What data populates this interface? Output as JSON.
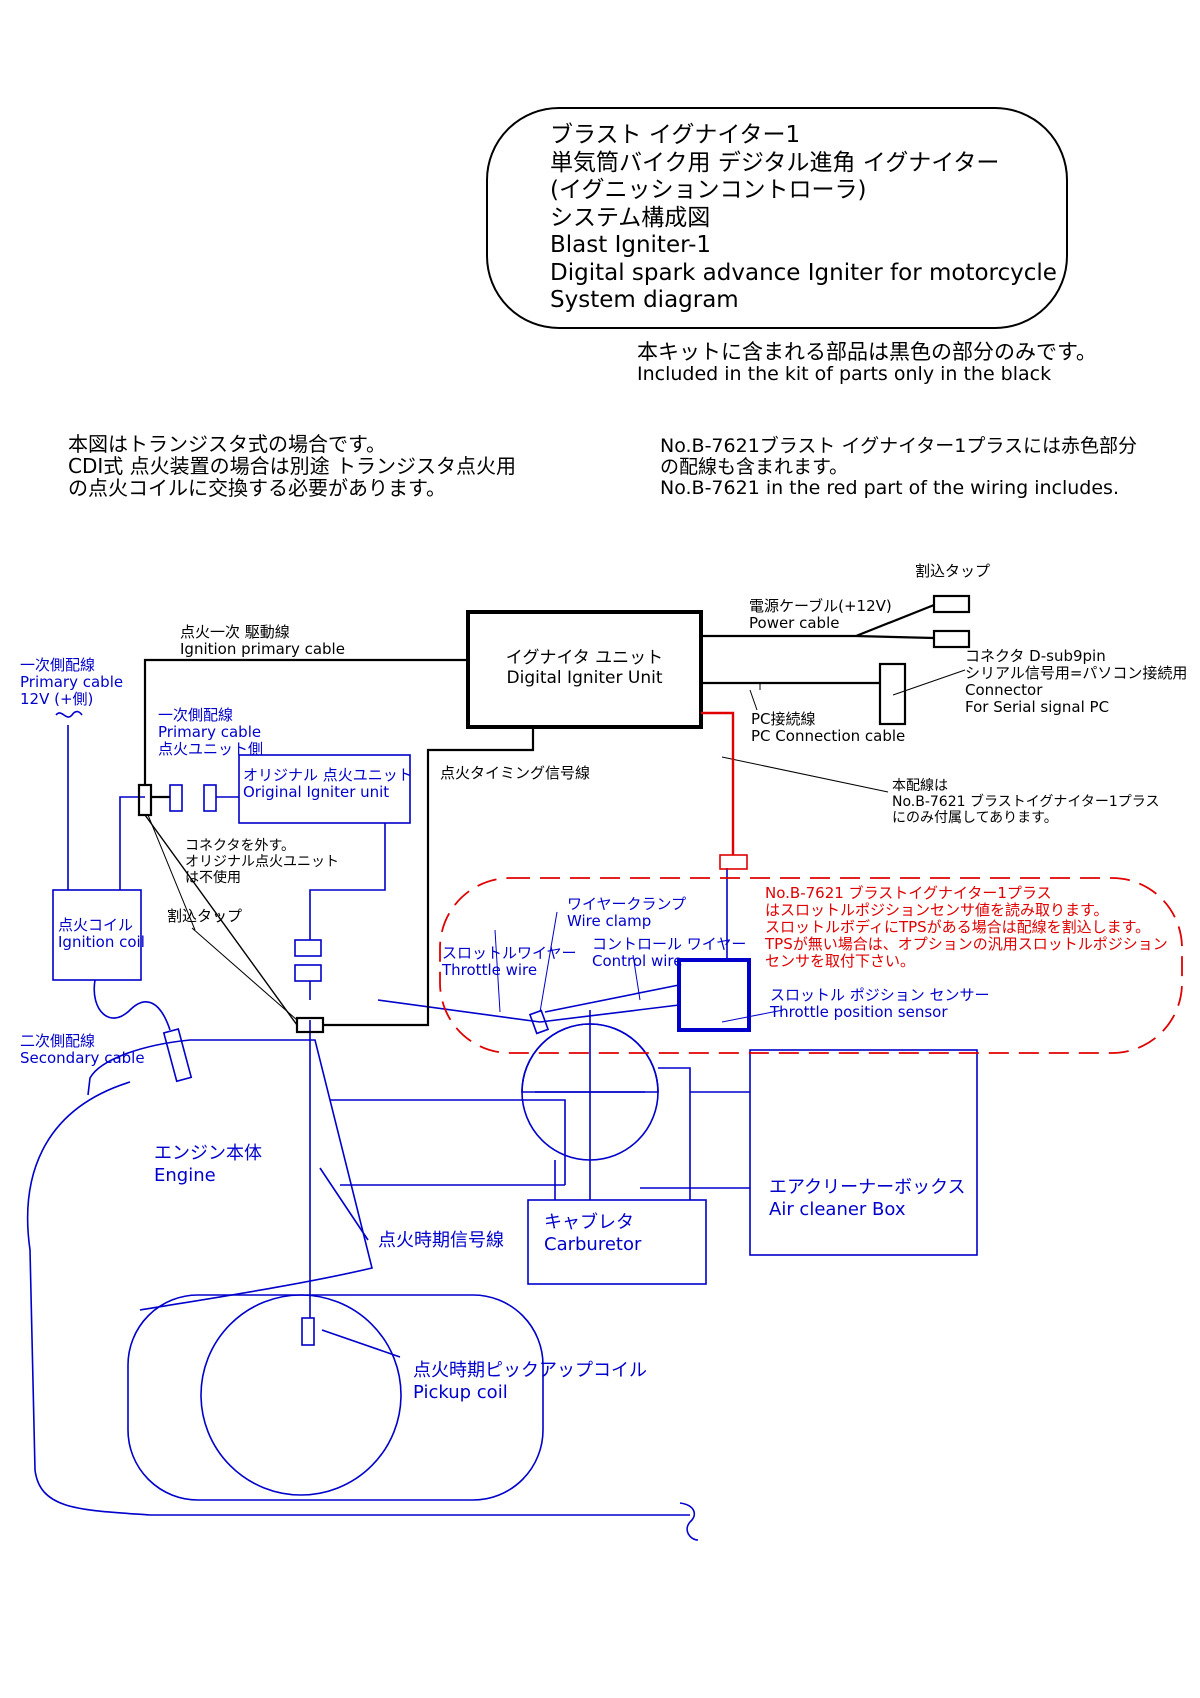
{
  "title": {
    "lines": [
      "ブラスト イグナイター1",
      "単気筒バイク用 デジタル進角 イグナイター",
      "(イグニッションコントローラ)",
      "システム構成図",
      "Blast Igniter-1",
      "Digital spark advance Igniter for motorcycle",
      "System diagram"
    ]
  },
  "notes": {
    "kit_jp": "本キットに含まれる部品は黒色の部分のみです。",
    "kit_en": "Included in the kit of parts only in the black",
    "transistor_lines": [
      "本図はトランジスタ式の場合です。",
      "CDI式 点火装置の場合は別途 トランジスタ点火用",
      "の点火コイルに交換する必要があります。"
    ],
    "plus_lines": [
      "No.B-7621ブラスト イグナイター1プラスには赤色部分",
      "の配線も含まれます。",
      "No.B-7621 in the red part of the wiring includes."
    ]
  },
  "labels": {
    "tap_top": "割込タップ",
    "power_cable": [
      "電源ケーブル(+12V)",
      "Power cable"
    ],
    "connector": [
      "コネクタ D-sub9pin",
      "シリアル信号用=パソコン接続用",
      "Connector",
      "For Serial signal PC"
    ],
    "unit": [
      "イグナイタ ユニット",
      "Digital Igniter Unit"
    ],
    "pc_cable": [
      "PC接続線",
      "PC Connection cable"
    ],
    "ign_primary": [
      "点火一次 駆動線",
      "Ignition primary cable"
    ],
    "primary_cable": [
      "一次側配線",
      "Primary cable",
      "12V (+側)"
    ],
    "primary_unit_side": [
      "一次側配線",
      "Primary cable",
      "点火ユニット側"
    ],
    "original_unit": [
      "オリジナル 点火ユニット",
      "Original Igniter unit"
    ],
    "timing_signal": "点火タイミング信号線",
    "plus_only": [
      "本配線は",
      "No.B-7621 ブラストイグナイター1プラス",
      "にのみ付属してあります。"
    ],
    "disconnect": [
      "コネクタを外す。",
      "オリジナル点火ユニット",
      "は不使用"
    ],
    "tap_mid": "割込タップ",
    "ign_coil": [
      "点火コイル",
      "Ignition coil"
    ],
    "wire_clamp": [
      "ワイヤークランプ",
      "Wire clamp"
    ],
    "throttle_wire": [
      "スロットルワイヤー",
      "Throttle wire"
    ],
    "control_wire": [
      "コントロール ワイヤー",
      "Control wire"
    ],
    "tps_note": [
      "No.B-7621 ブラストイグナイター1プラス",
      "はスロットルポジションセンサ値を読み取ります。",
      "スロットルボディにTPSがある場合は配線を割込します。",
      "TPSが無い場合は、オプションの汎用スロットルポジション",
      "センサを取付下さい。"
    ],
    "tps": [
      "スロットル ポジション センサー",
      "Throttle position sensor"
    ],
    "secondary": [
      "二次側配線",
      "Secondary cable"
    ],
    "engine": [
      "エンジン本体",
      "Engine"
    ],
    "air_cleaner": [
      "エアクリーナーボックス",
      "Air cleaner Box"
    ],
    "carburetor": [
      "キャブレタ",
      "Carburetor"
    ],
    "timing_sig_line": "点火時期信号線",
    "pickup": [
      "点火時期ピックアップコイル",
      "Pickup coil"
    ]
  },
  "colors": {
    "kit": "#000000",
    "vehicle": "#0000cc",
    "plus_option": "#e00000"
  }
}
